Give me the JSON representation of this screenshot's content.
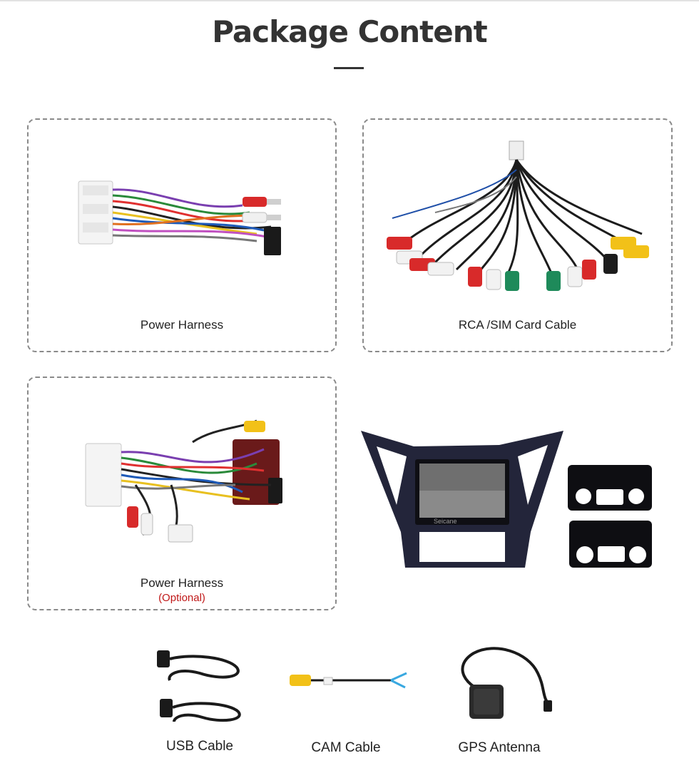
{
  "page": {
    "title": "Package Content"
  },
  "items": [
    {
      "label": "Power Harness",
      "note": ""
    },
    {
      "label": "RCA /SIM Card Cable",
      "note": ""
    },
    {
      "label": "Power Harness",
      "note": "(Optional)"
    },
    {
      "label": "",
      "note": ""
    },
    {
      "label": "USB Cable",
      "note": ""
    },
    {
      "label": "CAM Cable",
      "note": ""
    },
    {
      "label": "GPS Antenna",
      "note": ""
    }
  ],
  "brand_on_screen": "Seicane",
  "colors": {
    "title": "#333333",
    "optional_note": "#c01818",
    "card_border": "#8a8a8a"
  }
}
